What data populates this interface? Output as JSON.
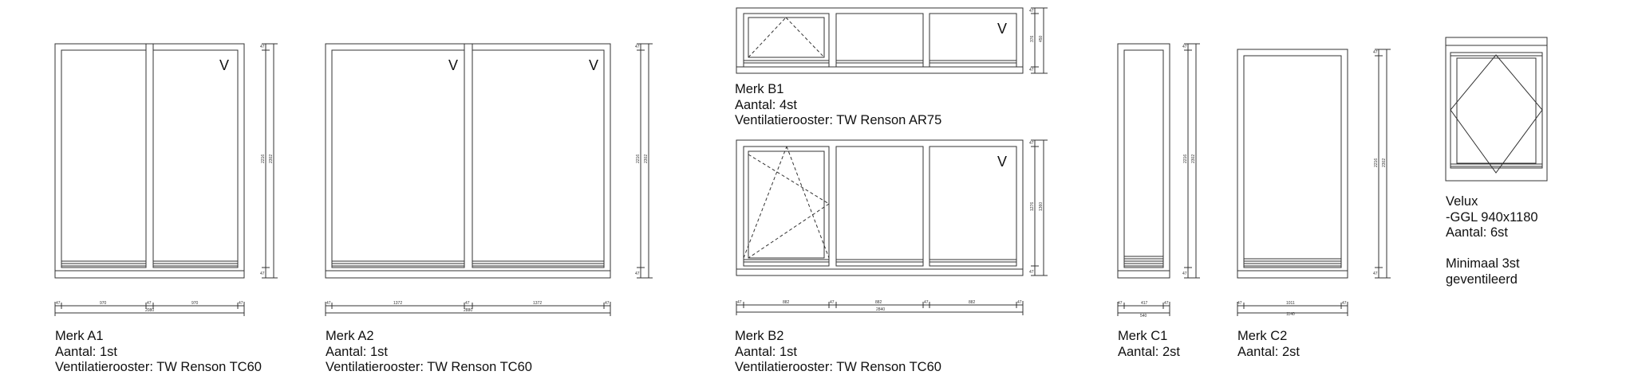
{
  "windows": [
    {
      "id": "A1",
      "lines": [
        "Merk A1",
        "Aantal: 1st",
        "Ventilatierooster: TW Renson TC60"
      ],
      "vmarks": [
        "V"
      ],
      "dims_h": [
        "47",
        "970",
        "47",
        "970",
        "47"
      ],
      "dim_h_total": "2080",
      "dims_v": [
        "47",
        "2216",
        "2302",
        "47"
      ]
    },
    {
      "id": "A2",
      "lines": [
        "Merk A2",
        "Aantal: 1st",
        "Ventilatierooster: TW Renson TC60"
      ],
      "vmarks": [
        "V",
        "V"
      ],
      "dims_h": [
        "47",
        "1372",
        "47",
        "1372",
        "47"
      ],
      "dim_h_total": "2880",
      "dims_v": [
        "47",
        "2216",
        "2302",
        "47"
      ]
    },
    {
      "id": "B1",
      "lines": [
        "Merk B1",
        "Aantal: 4st",
        "Ventilatierooster: TW Renson AR75"
      ],
      "vmarks": [
        "V"
      ],
      "dims_v": [
        "47",
        "376",
        "450",
        "47"
      ]
    },
    {
      "id": "B2",
      "lines": [
        "Merk B2",
        "Aantal: 1st",
        "Ventilatierooster: TW Renson TC60"
      ],
      "vmarks": [
        "V"
      ],
      "dims_h": [
        "47",
        "882",
        "47",
        "882",
        "47",
        "882",
        "47"
      ],
      "dim_h_total": "2840",
      "dims_v": [
        "47",
        "1276",
        "1360",
        "47"
      ]
    },
    {
      "id": "C1",
      "lines": [
        "Merk C1",
        "Aantal: 2st"
      ],
      "dims_h": [
        "47",
        "417",
        "47"
      ],
      "dim_h_total": "540",
      "dims_v": [
        "47",
        "2216",
        "2302",
        "47"
      ]
    },
    {
      "id": "C2",
      "lines": [
        "Merk C2",
        "Aantal: 2st"
      ],
      "dims_h": [
        "47",
        "1011",
        "47"
      ],
      "dim_h_total": "1140",
      "dims_v": [
        "47",
        "2216",
        "2302",
        "47"
      ]
    },
    {
      "id": "Velux",
      "lines": [
        "Velux",
        "-GGL 940x1180",
        "Aantal: 6st",
        "",
        "Minimaal 3st",
        "geventileerd"
      ]
    }
  ]
}
